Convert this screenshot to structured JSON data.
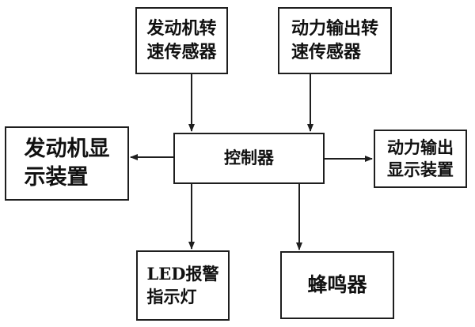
{
  "diagram": {
    "nodes": {
      "engine_speed_sensor": "发动机转\n速传感器",
      "output_speed_sensor": "动力输出转\n速传感器",
      "engine_display": "发动机显\n示装置",
      "controller": "控制器",
      "output_display": "动力输出\n显示装置",
      "led_alarm": "LED报警\n指示灯",
      "buzzer": "蜂鸣器"
    },
    "edges": [
      {
        "from": "engine_speed_sensor",
        "to": "controller"
      },
      {
        "from": "output_speed_sensor",
        "to": "controller"
      },
      {
        "from": "controller",
        "to": "engine_display"
      },
      {
        "from": "controller",
        "to": "output_display"
      },
      {
        "from": "controller",
        "to": "led_alarm"
      },
      {
        "from": "controller",
        "to": "buzzer"
      }
    ],
    "colors": {
      "line": "#1e1e1e",
      "background": "#ffffff"
    }
  }
}
